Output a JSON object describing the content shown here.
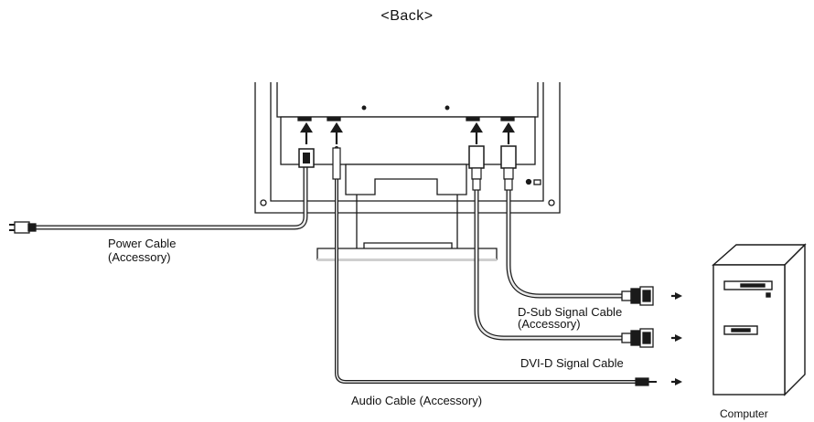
{
  "title": "<Back>",
  "labels": {
    "power_cable": [
      "Power Cable",
      "(Accessory)"
    ],
    "dsub_cable": [
      "D-Sub Signal Cable",
      "(Accessory)"
    ],
    "dvi_cable": "DVI-D Signal Cable",
    "audio_cable": "Audio Cable (Accessory)",
    "computer": "Computer"
  },
  "colors": {
    "line": "#1a1a1a",
    "cable_fill": "#e8e8e8",
    "panel": "#bdbdbd"
  },
  "icons": [
    "power-plug-icon",
    "dsub-connector-icon",
    "dvi-connector-icon",
    "audio-jack-icon",
    "arrow-right-icon",
    "arrow-up-icon",
    "computer-tower-icon"
  ]
}
